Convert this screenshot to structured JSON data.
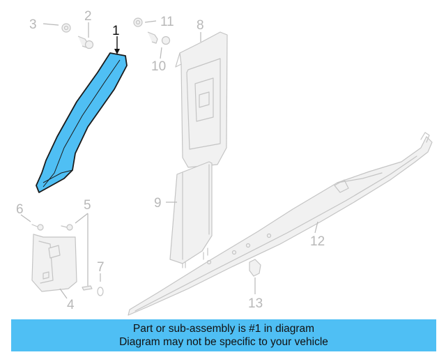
{
  "diagram": {
    "highlight_color": "#4fbff4",
    "highlighted_part": "1",
    "callouts": [
      {
        "id": "1",
        "label": "1"
      },
      {
        "id": "2",
        "label": "2"
      },
      {
        "id": "3",
        "label": "3"
      },
      {
        "id": "4",
        "label": "4"
      },
      {
        "id": "5",
        "label": "5"
      },
      {
        "id": "6",
        "label": "6"
      },
      {
        "id": "7",
        "label": "7"
      },
      {
        "id": "8",
        "label": "8"
      },
      {
        "id": "9",
        "label": "9"
      },
      {
        "id": "10",
        "label": "10"
      },
      {
        "id": "11",
        "label": "11"
      },
      {
        "id": "12",
        "label": "12"
      },
      {
        "id": "13",
        "label": "13"
      }
    ]
  },
  "banner": {
    "line1": "Part or sub-assembly is #1 in diagram",
    "line2": "Diagram may not be specific to your vehicle",
    "background": "#4fbff4"
  }
}
